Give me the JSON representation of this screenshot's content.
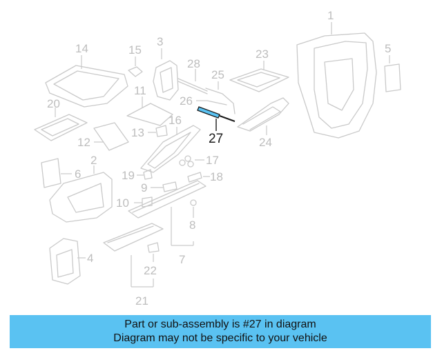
{
  "callouts": {
    "c1": "1",
    "c2": "2",
    "c3": "3",
    "c4": "4",
    "c5": "5",
    "c6": "6",
    "c7": "7",
    "c8": "8",
    "c9": "9",
    "c10": "10",
    "c11": "11",
    "c12": "12",
    "c13": "13",
    "c14": "14",
    "c15": "15",
    "c16": "16",
    "c17": "17",
    "c18": "18",
    "c19": "19",
    "c20": "20",
    "c21": "21",
    "c22": "22",
    "c23": "23",
    "c24": "24",
    "c25": "25",
    "c26": "26",
    "c27": "27",
    "c28": "28"
  },
  "highlight": {
    "part_number": "27",
    "color": "#5ac2f2"
  },
  "banner": {
    "line1": "Part or sub-assembly is #27 in diagram",
    "line2": "Diagram may not be specific to your vehicle",
    "background": "#5ac2f2"
  }
}
